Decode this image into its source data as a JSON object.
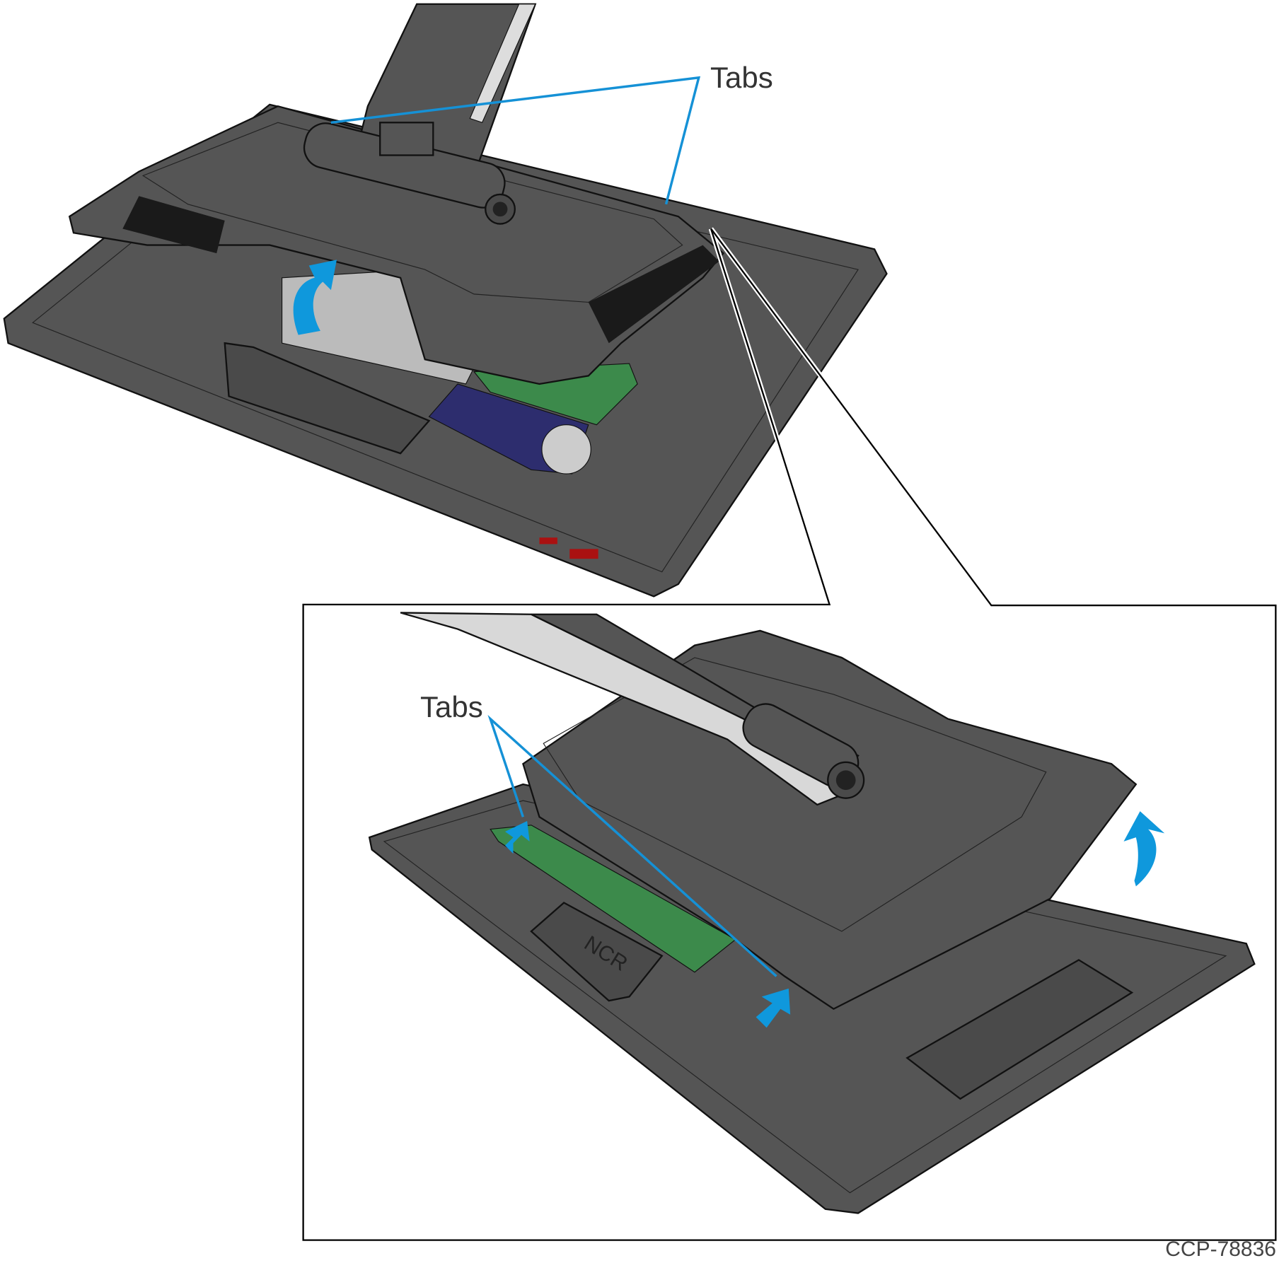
{
  "callouts": {
    "top_tabs_label": "Tabs",
    "inset_tabs_label": "Tabs"
  },
  "logo_text": "NCR",
  "figure_id": "CCP-78836",
  "colors": {
    "device": "#555555",
    "arrow": "#0f98dc",
    "leader_line": "#1591d6"
  }
}
